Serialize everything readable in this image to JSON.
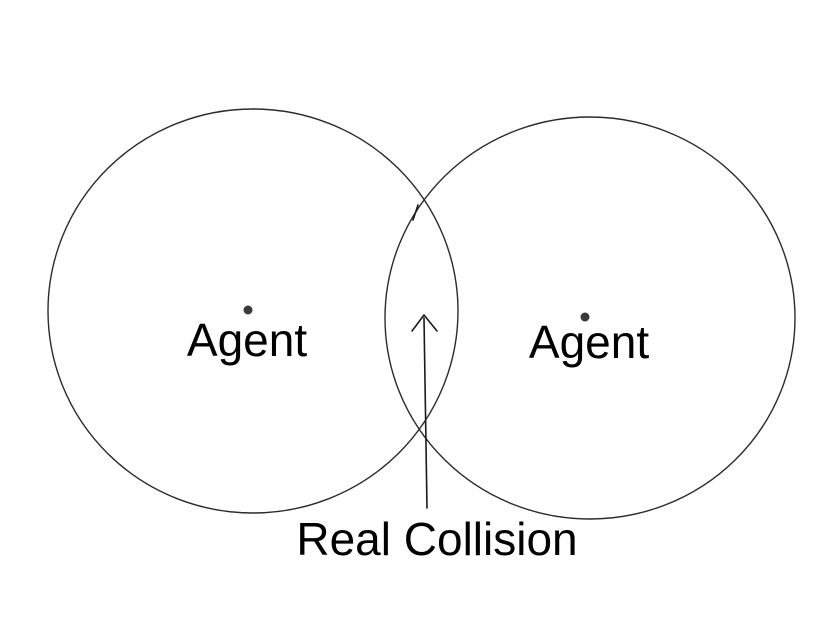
{
  "agents": [
    {
      "label": "Agent"
    },
    {
      "label": "Agent"
    }
  ],
  "collision": {
    "label": "Real Collision"
  },
  "colors": {
    "stroke": "#2b2b2b",
    "text": "#000000",
    "background": "#ffffff"
  }
}
